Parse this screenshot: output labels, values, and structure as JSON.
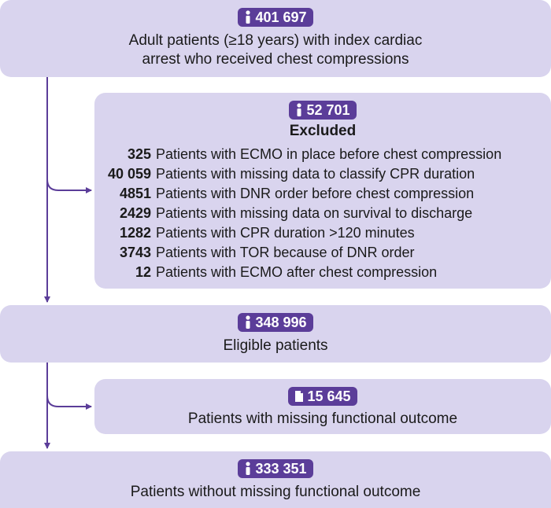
{
  "boxes": {
    "initial": {
      "count": "401 697",
      "icon": "person-icon",
      "lines": [
        "Adult patients (≥18 years) with index cardiac",
        "arrest who received chest compressions"
      ]
    },
    "excluded": {
      "count": "52 701",
      "icon": "person-icon",
      "title": "Excluded",
      "rows": [
        {
          "n": "325",
          "text": "Patients with ECMO in place before chest compression"
        },
        {
          "n": "40 059",
          "text": "Patients with missing data to classify CPR duration"
        },
        {
          "n": "4851",
          "text": "Patients with DNR order before chest compression"
        },
        {
          "n": "2429",
          "text": "Patients with missing data on survival to discharge"
        },
        {
          "n": "1282",
          "text": "Patients with CPR duration >120 minutes"
        },
        {
          "n": "3743",
          "text": "Patients with TOR because of DNR order"
        },
        {
          "n": "12",
          "text": "Patients with ECMO after chest compression"
        }
      ]
    },
    "eligible": {
      "count": "348 996",
      "icon": "person-icon",
      "text": "Eligible patients"
    },
    "missing": {
      "count": "15 645",
      "icon": "document-icon",
      "text": "Patients with missing functional outcome"
    },
    "final": {
      "count": "333 351",
      "icon": "person-icon",
      "text": "Patients without missing functional outcome"
    }
  },
  "colors": {
    "box": "#d9d4ee",
    "badge": "#5b3d99",
    "arrow": "#5b3d99"
  }
}
